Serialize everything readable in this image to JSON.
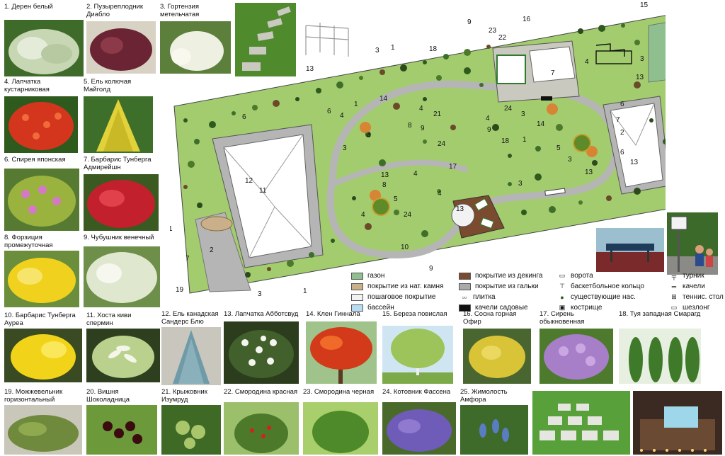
{
  "tiles": {
    "t1": "1. Дерен белый",
    "t2": "2. Пузыреплодник\nДиабло",
    "t3": "3. Гортензия\nметельчатая",
    "t4": "4. Лапчатка\nкустарниковая",
    "t5": "5. Ель колючая\nМайголд",
    "t6": "6. Спирея японская",
    "t7": "7. Барбарис Тунберга\nАдмирейшн",
    "t8": "8. Форзиция\nпромежуточная",
    "t9": "9. Чубушник венечный",
    "t10": "10. Барбарис Тунберга\nАуреа",
    "t11": "11. Хоста киви\nспермин",
    "t12": "12. Ель канадская\nСандерс Блю",
    "t13": "13. Лапчатка Абботсвуд",
    "t14": "14. Клен Гиннала",
    "t15": "15. Береза повислая",
    "t16": "16. Сосна горная\nОфир",
    "t17": "17. Сирень\nобыкновенная",
    "t18": "18. Туя западная Смарагд",
    "t19": "19. Можжевельник\nгоризонтальный",
    "t20": "20. Вишня\nШоколадница",
    "t21": "21. Крыжовник\nИзумруд",
    "t22": "22. Смородина красная",
    "t23": "23. Смородина черная",
    "t24": "24. Котовник Фассена",
    "t25": "25. Жимолость\nАмфора"
  },
  "legend": {
    "gazon": "газон",
    "stone": "покрытие из нат. камня",
    "step": "пошаговое покрытие",
    "pool": "бассейн",
    "deck": "покрытие из декинга",
    "gravel": "покрытие из гальки",
    "tile": "плитка",
    "swing": "качели садовые",
    "gate": "ворота",
    "basket": "баскетбольное кольцо",
    "exist": "существующие нас.",
    "fire": "кострище",
    "bar": "турник",
    "swings": "качели",
    "tennis": "теннис. стол",
    "lounger": "шезлонг"
  },
  "plan_labels": [
    "1",
    "2",
    "3",
    "4",
    "5",
    "6",
    "7",
    "8",
    "9",
    "10",
    "11",
    "12",
    "13",
    "14",
    "15",
    "16",
    "17",
    "18",
    "19",
    "21",
    "22",
    "23",
    "24"
  ],
  "colors": {
    "lawn": "#a3cc6f",
    "path": "#b5b5b5",
    "deck": "#7a4b2f",
    "stone": "#c9b08a",
    "pool": "#b8dcf2",
    "gravel": "#aaaaaa"
  }
}
